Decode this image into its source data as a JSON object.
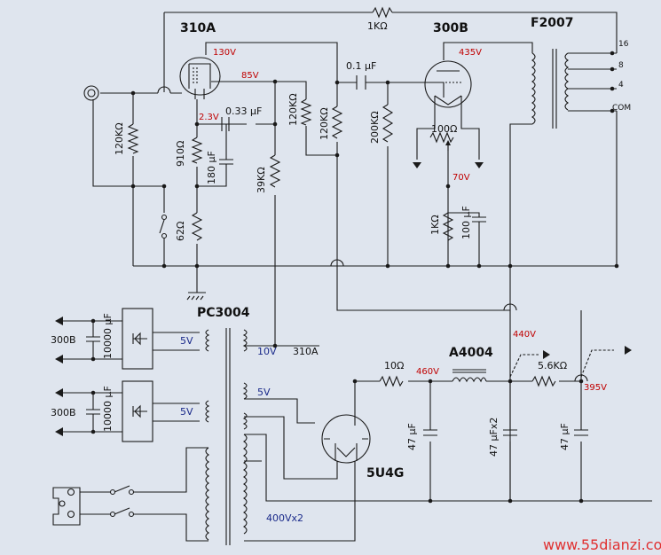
{
  "tubes": {
    "driver": "310A",
    "output": "300B",
    "rectifier": "5U4G"
  },
  "transformers": {
    "output": "F2007",
    "power": "PC3004",
    "choke": "A4004"
  },
  "output_taps": [
    "16",
    "8",
    "4",
    "COM"
  ],
  "voltages": {
    "v130": "130V",
    "v85": "85V",
    "v2_3": "2.3V",
    "v435": "435V",
    "v70": "70V",
    "v440": "440V",
    "v460": "460V",
    "v395": "395V"
  },
  "components": {
    "r_fb": "1KΩ",
    "c_couple": "0.1 μF",
    "r_grid": "120KΩ",
    "r910": "910Ω",
    "c180": "180 μF",
    "c033": "0.33 μF",
    "r120a": "120KΩ",
    "r120b": "120KΩ",
    "r39k": "39KΩ",
    "r200k": "200KΩ",
    "r100": "100Ω",
    "r1k": "1KΩ",
    "c100": "100 μF",
    "r62": "62Ω",
    "r10": "10Ω",
    "r5_6k": "5.6KΩ",
    "c47a": "47 μF",
    "c47x2": "47 μFx2",
    "c47b": "47 μF"
  },
  "supply": {
    "heater1_tube": "300B",
    "heater1_cap": "10000 μF",
    "heater1_v": "5V",
    "heater2_tube": "300B",
    "heater2_cap": "10000 μF",
    "heater2_v": "5V",
    "heater3_v": "10V",
    "heater3_tube": "310A",
    "rect_v": "5V",
    "hv": "400Vx2"
  },
  "watermark": "www.55dianzi.com",
  "colors": {
    "background": "#dfe5ee",
    "voltage_labels": "#c00000",
    "winding_labels": "#1a2a8a",
    "watermark": "#e03030"
  }
}
